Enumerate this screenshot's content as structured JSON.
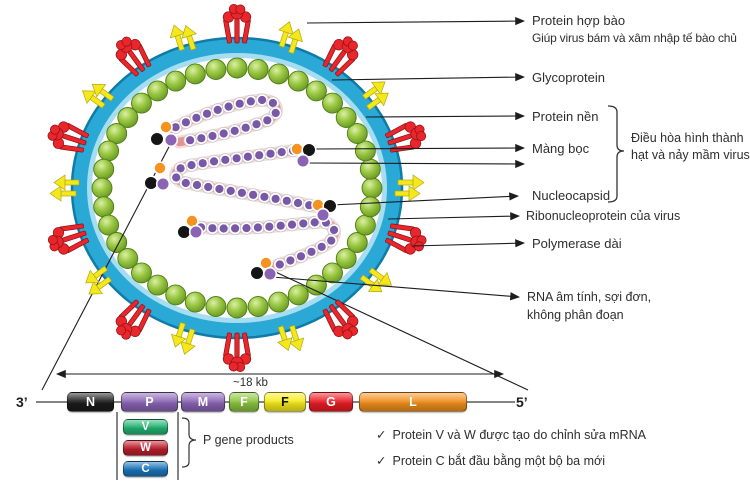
{
  "labels": {
    "fusion_title": "Protein hợp bào",
    "fusion_sub": "Giúp virus bám và xâm nhập tế bào chủ",
    "glycoprotein": "Glycoprotein",
    "matrix": "Protein nền",
    "envelope": "Màng bọc",
    "nucleocapsid": "Nucleocapsid",
    "rnp": "Ribonucleoprotein của virus",
    "polymerase": "Polymerase dài",
    "rna_line1": "RNA âm tính, sợi đơn,",
    "rna_line2": "không phân đoạn",
    "bracket_line1": "Điều hòa hình thành",
    "bracket_line2": "hạt và nảy mầm virus"
  },
  "genome": {
    "scale": "~18 kb",
    "end3": "3’",
    "end5": "5’",
    "genes": [
      {
        "label": "N",
        "color": "#1b1b1b",
        "text": "#ffffff"
      },
      {
        "label": "P",
        "color": "#8a65b5",
        "text": "#ffffff"
      },
      {
        "label": "M",
        "color": "#8a65b5",
        "text": "#ffffff"
      },
      {
        "label": "F",
        "color": "#8cc63f",
        "text": "#ffffff"
      },
      {
        "label": "F",
        "color": "#f7ec1e",
        "text": "#111111"
      },
      {
        "label": "G",
        "color": "#ea1c24",
        "text": "#ffffff"
      },
      {
        "label": "L",
        "color": "#f2901d",
        "text": "#ffffff"
      }
    ],
    "p_products_label": "P gene products",
    "p_products": [
      {
        "label": "V",
        "color": "#22b573"
      },
      {
        "label": "W",
        "color": "#be1e2d"
      },
      {
        "label": "C",
        "color": "#1b75bb"
      }
    ]
  },
  "notes": [
    {
      "check": "✓",
      "text": "Protein V và W được tạo do chỉnh sửa mRNA"
    },
    {
      "check": "✓",
      "text": "Protein C bắt đầu bằng một bộ ba mới"
    }
  ],
  "colors": {
    "membrane_blue": "#2aa9d6",
    "membrane_inner": "#a6ddf0",
    "matrix_green": "#9cc944",
    "spike_red": "#e8262b",
    "spike_yellow": "#f4e81c",
    "ribbon_pink": "#e39595",
    "bead_purple": "#7a57a7",
    "dot_orange": "#f6921e",
    "dot_black": "#151515",
    "dot_purple": "#8a63b5",
    "line": "#1d1d1d"
  }
}
